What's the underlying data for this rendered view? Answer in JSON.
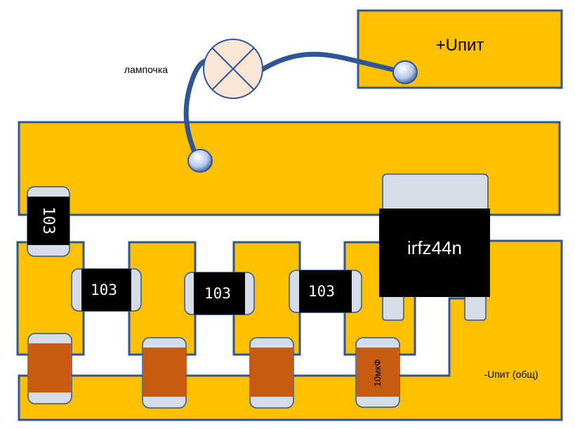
{
  "labels": {
    "supply_plus": "+Uпит",
    "lamp": "лампочка",
    "supply_common": "-Uпит (общ)"
  },
  "components": {
    "mosfet": "irfz44n",
    "resistor_vertical": "103",
    "resistor_1": "103",
    "resistor_2": "103",
    "resistor_3": "103",
    "capacitor_4": "10мкФ"
  },
  "colors": {
    "pad": "#FFC000",
    "pad_border": "#2F5597",
    "wire": "#2F5597",
    "resistor_body": "#000000",
    "resistor_cap": "#D6DCE5",
    "capacitor_body": "#C55A11",
    "mosfet_body": "#000000",
    "mosfet_tab": "#D6DCE5",
    "lamp_fill": "#FBE5D6"
  }
}
